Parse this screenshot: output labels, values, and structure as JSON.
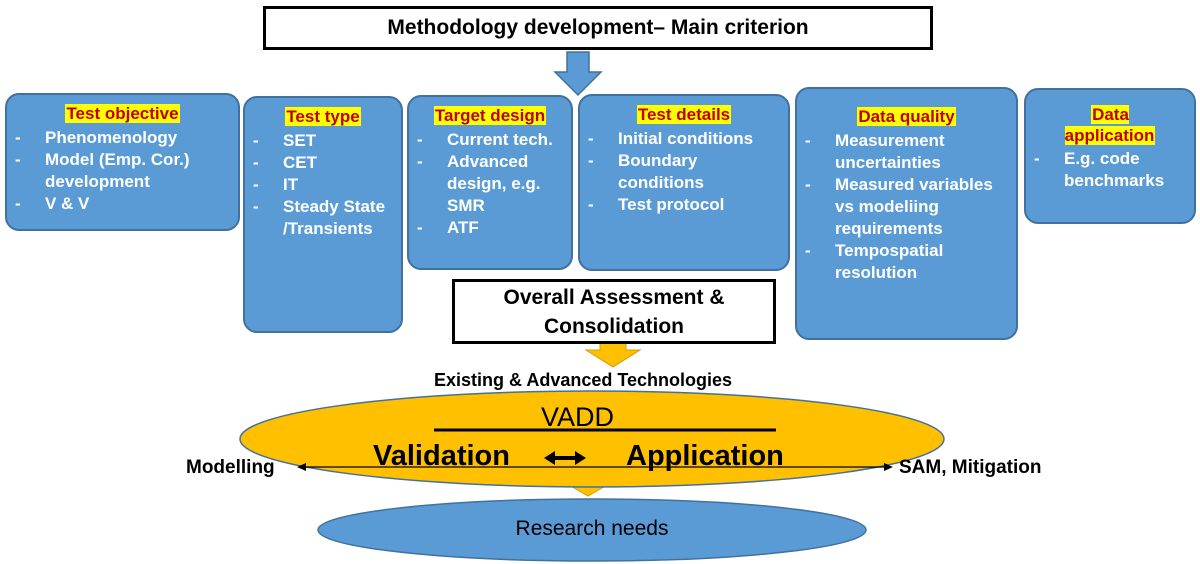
{
  "title": "Methodology development– Main criterion",
  "cards": [
    {
      "heading": "Test objective",
      "items": [
        "Phenomenology",
        "Model (Emp. Cor.) development",
        "V & V"
      ]
    },
    {
      "heading": "Test type",
      "items": [
        "SET",
        "CET",
        "IT",
        "Steady State /Transients"
      ]
    },
    {
      "heading": "Target design",
      "items": [
        "Current tech.",
        "Advanced design, e.g. SMR",
        "ATF"
      ]
    },
    {
      "heading": "Test details",
      "items": [
        "Initial conditions",
        "Boundary conditions",
        "Test protocol"
      ]
    },
    {
      "heading": "Data quality",
      "items": [
        "Measurement uncertainties",
        "Measured variables vs modeliing requirements",
        "Tempospatial resolution"
      ]
    },
    {
      "heading": "Data application",
      "items": [
        "E.g. code benchmarks"
      ]
    }
  ],
  "assessment": {
    "line1": "Overall Assessment &",
    "line2": "Consolidation"
  },
  "existing": "Existing & Advanced Technologies",
  "vadd": {
    "title": "VADD",
    "left": "Validation",
    "right": "Application"
  },
  "modelling": "Modelling",
  "sam": "SAM, Mitigation",
  "research": "Research needs",
  "colors": {
    "card_fill": "#5b9bd5",
    "card_border": "#41719c",
    "heading_text": "#c00000",
    "heading_highlight": "#ffff00",
    "arrow_fill": "#5b9bd5",
    "orange": "#ffc000"
  }
}
